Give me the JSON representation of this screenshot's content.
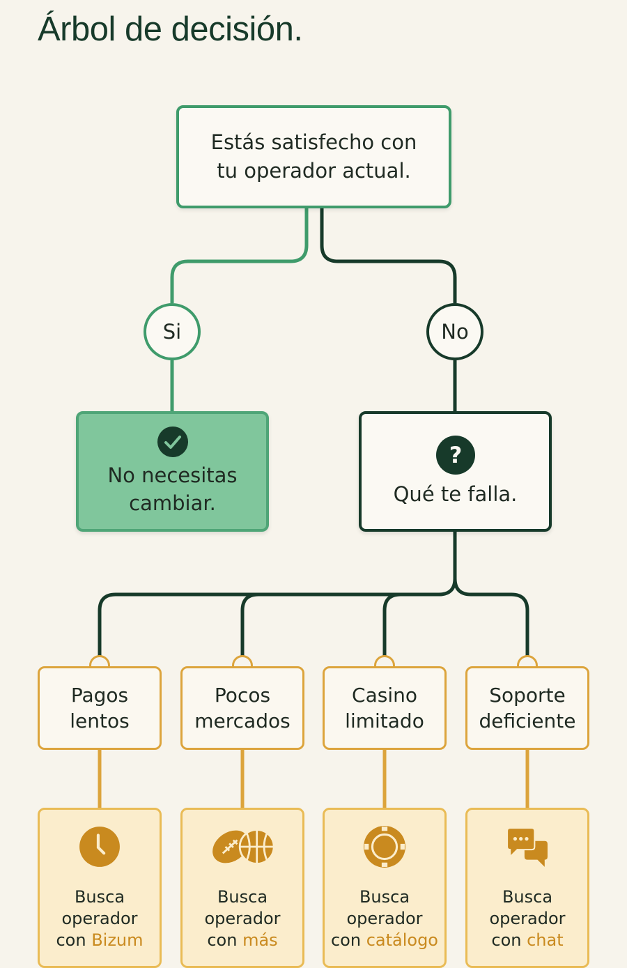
{
  "title": "Árbol de decisión.",
  "root": {
    "line1": "Estás satisfecho con",
    "line2": "tu operador actual."
  },
  "yes_label": "Si",
  "no_label": "No",
  "yes_result": {
    "line1": "No necesitas",
    "line2": "cambiar.",
    "icon": "check-circle-icon"
  },
  "no_result": {
    "text": "Qué te falla.",
    "icon": "question-circle-icon"
  },
  "categories": [
    {
      "line1": "Pagos",
      "line2": "lentos"
    },
    {
      "line1": "Pocos",
      "line2": "mercados"
    },
    {
      "line1": "Casino",
      "line2": "limitado"
    },
    {
      "line1": "Soporte",
      "line2": "deficiente"
    }
  ],
  "results": [
    {
      "line1": "Busca",
      "line2": "operador",
      "prefix": "con ",
      "highlight": "Bizum",
      "icon": "clock-icon"
    },
    {
      "line1": "Busca",
      "line2": "operador",
      "prefix": "con ",
      "highlight": "más",
      "icon": "sports-balls-icon"
    },
    {
      "line1": "Busca",
      "line2": "operador",
      "prefix": "con ",
      "highlight": "catálogo",
      "icon": "casino-chip-icon"
    },
    {
      "line1": "Busca",
      "line2": "operador",
      "prefix": "con ",
      "highlight": "chat",
      "icon": "chat-bubbles-icon"
    }
  ],
  "colors": {
    "background": "#f7f4ec",
    "green": "#3f9b6b",
    "dark_green": "#173a2a",
    "light_green_fill": "#80c69c",
    "orange": "#dca43c",
    "orange_fill": "#fbedcc",
    "icon_orange": "#c98a1f"
  }
}
